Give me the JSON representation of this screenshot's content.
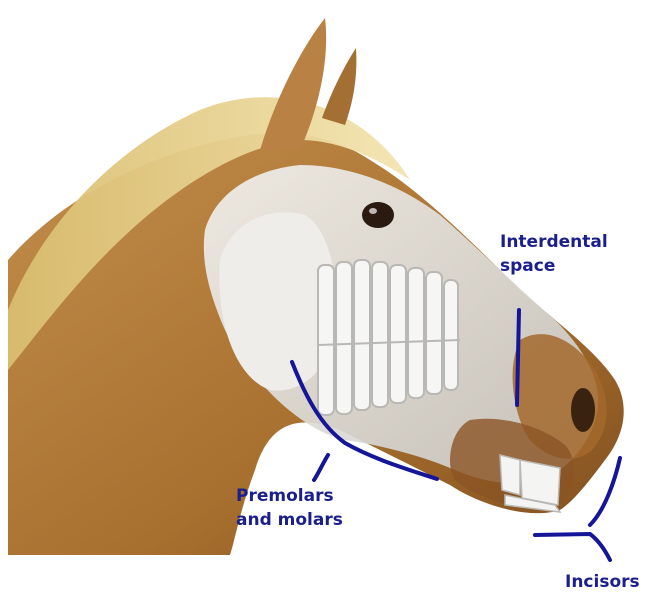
{
  "colors": {
    "label": "#1a1f8c",
    "pointer": "#15159a",
    "coat": "#b07a3c",
    "coat_dark": "#7a4a1e",
    "mane": "#e6cf86",
    "skull": "#e7e6e3",
    "teeth": "#f4f4f2"
  },
  "labels": {
    "interdental_line1": "Interdental",
    "interdental_line2": "space",
    "premolars_line1": "Premolars",
    "premolars_line2": "and molars",
    "incisors": "Incisors"
  }
}
